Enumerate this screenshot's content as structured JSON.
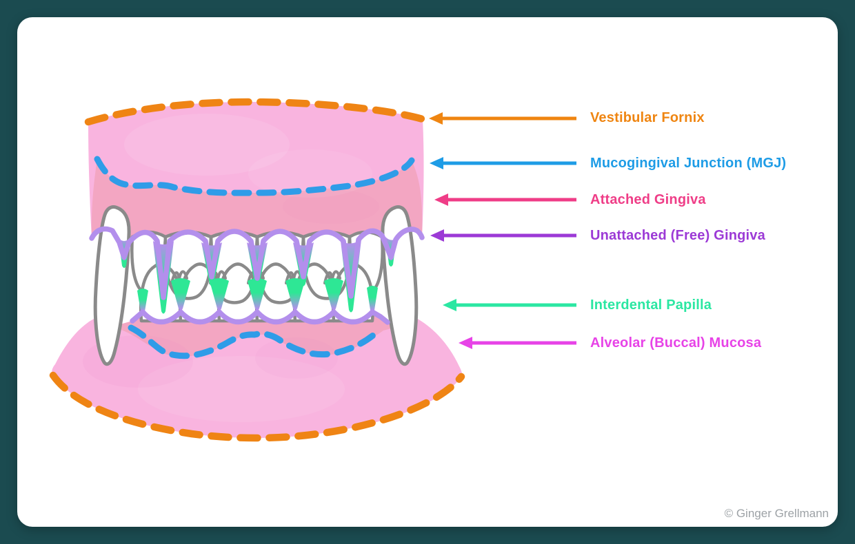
{
  "page": {
    "background_color": "#1B4B50",
    "card_color": "#FFFFFF",
    "watermark": "© Ginger Grellmann",
    "watermark_color": "#9DA2A6"
  },
  "legend": {
    "items": [
      {
        "label": "Vestibular Fornix",
        "color": "#EF8511"
      },
      {
        "label": "Mucogingival Junction (MGJ)",
        "color": "#1E9CE6"
      },
      {
        "label": "Attached Gingiva",
        "color": "#EF3D87"
      },
      {
        "label": "Unattached (Free) Gingiva",
        "color": "#9C3AD6"
      },
      {
        "label": "Interdental Papilla",
        "color": "#2BE7A2"
      },
      {
        "label": "Alveolar (Buccal) Mucosa",
        "color": "#E743E7"
      }
    ]
  },
  "diagram": {
    "subject": "canine mouth gingiva anatomy",
    "colors": {
      "alveolar_mucosa": "#F9B4DF",
      "attached_gingiva": "#F3A6C2",
      "vestibular_fornix_line": "#EF8414",
      "mgj_line": "#2F9CE8",
      "free_gingiva_line": "#B38FEC",
      "interdental_papilla": "#2EE795",
      "tooth_fill": "#FFFFFF",
      "tooth_outline": "#8A8A8A"
    }
  }
}
